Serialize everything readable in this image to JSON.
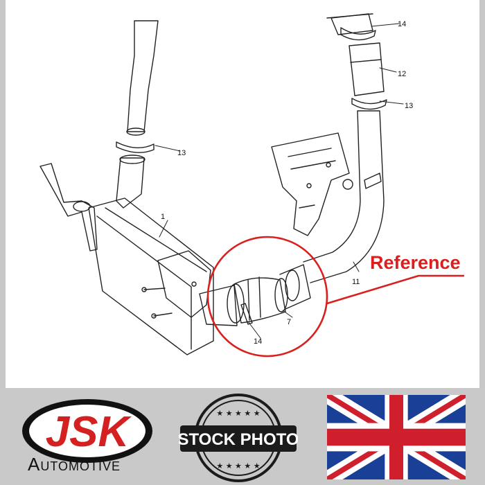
{
  "diagram": {
    "callouts": {
      "c1": "1",
      "c7": "7",
      "c11": "11",
      "c12": "12",
      "c13_top": "13",
      "c13_left": "13",
      "c14_top": "14",
      "c14_bottom": "14"
    },
    "reference_label": "Reference",
    "colors": {
      "reference": "#d9201f",
      "line": "#222222"
    }
  },
  "footer": {
    "brand_name": "JSK",
    "brand_sub": "Automotive",
    "stamp_text": "STOCK PHOTO",
    "flag": "union-jack",
    "colors": {
      "brand_red": "#d42020",
      "stamp": "#1b1b1b",
      "flag_blue": "#1a3f97",
      "flag_red": "#cf1f2d"
    }
  }
}
